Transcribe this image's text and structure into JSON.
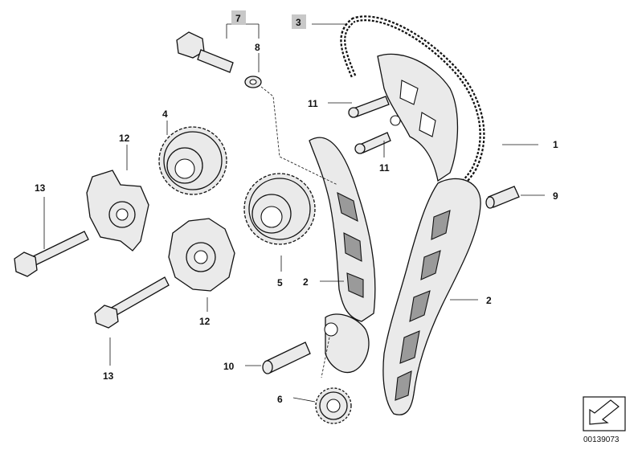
{
  "labels": {
    "l1": "1",
    "l2a": "2",
    "l2b": "2",
    "l3": "3",
    "l4": "4",
    "l5": "5",
    "l6": "6",
    "l7": "7",
    "l8": "8",
    "l9": "9",
    "l10": "10",
    "l11a": "11",
    "l11b": "11",
    "l12a": "12",
    "l12b": "12",
    "l13a": "13",
    "l13b": "13"
  },
  "catalog_number": "00139073",
  "colors": {
    "label_highlight": "#c8c8c8",
    "part_fill": "#eaeaea",
    "line": "#111111"
  }
}
